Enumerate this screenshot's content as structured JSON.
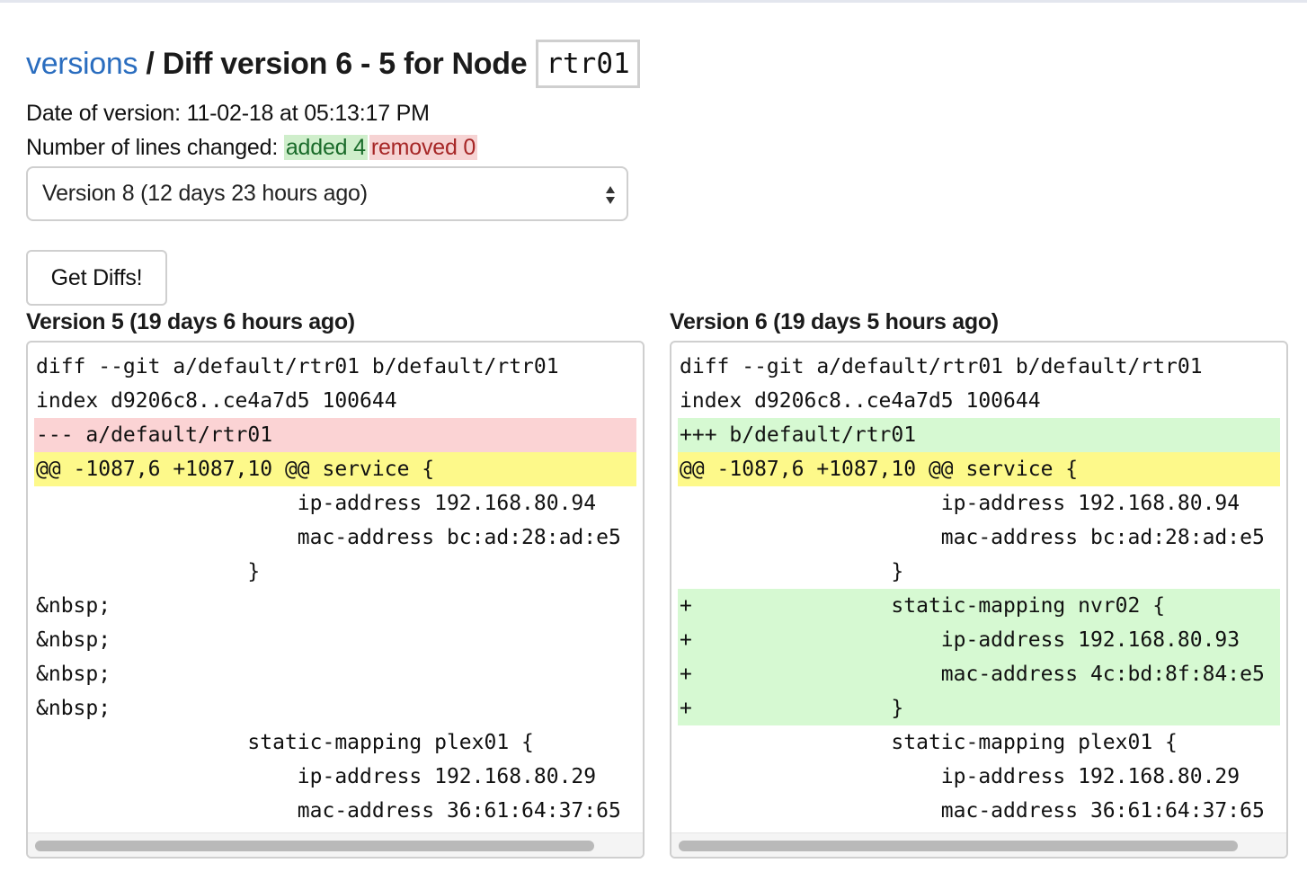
{
  "header": {
    "breadcrumb_link": "versions",
    "separator": "/",
    "title": "Diff version 6 - 5 for Node",
    "node": "rtr01"
  },
  "meta": {
    "date_label": "Date of version: 11-02-18 at 05:13:17 PM",
    "lines_label": "Number of lines changed:",
    "added": "added 4",
    "removed": "removed 0"
  },
  "version_select": {
    "selected": "Version 8 (12 days 23 hours ago)"
  },
  "get_diffs_label": "Get Diffs!",
  "colors": {
    "link": "#2a6dbf",
    "added_bg": "#d6f9d2",
    "removed_bg": "#fbd3d4",
    "hunk_bg": "#fdf98a"
  },
  "left_pane": {
    "title": "Version 5 (19 days 6 hours ago)",
    "lines": [
      {
        "text": "diff --git a/default/rtr01 b/default/rtr01",
        "kind": "normal"
      },
      {
        "text": "index d9206c8..ce4a7d5 100644",
        "kind": "normal"
      },
      {
        "text": "--- a/default/rtr01",
        "kind": "removed"
      },
      {
        "text": "@@ -1087,6 +1087,10 @@ service {",
        "kind": "hunk"
      },
      {
        "text": "                     ip-address 192.168.80.94",
        "kind": "normal"
      },
      {
        "text": "                     mac-address bc:ad:28:ad:e5",
        "kind": "normal"
      },
      {
        "text": "                 }",
        "kind": "normal"
      },
      {
        "text": "&nbsp;",
        "kind": "normal"
      },
      {
        "text": "&nbsp;",
        "kind": "normal"
      },
      {
        "text": "&nbsp;",
        "kind": "normal"
      },
      {
        "text": "&nbsp;",
        "kind": "normal"
      },
      {
        "text": "                 static-mapping plex01 {",
        "kind": "normal"
      },
      {
        "text": "                     ip-address 192.168.80.29",
        "kind": "normal"
      },
      {
        "text": "                     mac-address 36:61:64:37:65",
        "kind": "normal"
      }
    ]
  },
  "right_pane": {
    "title": "Version 6 (19 days 5 hours ago)",
    "lines": [
      {
        "text": "diff --git a/default/rtr01 b/default/rtr01",
        "kind": "normal"
      },
      {
        "text": "index d9206c8..ce4a7d5 100644",
        "kind": "normal"
      },
      {
        "text": "+++ b/default/rtr01",
        "kind": "added"
      },
      {
        "text": "@@ -1087,6 +1087,10 @@ service {",
        "kind": "hunk"
      },
      {
        "text": "                     ip-address 192.168.80.94",
        "kind": "normal"
      },
      {
        "text": "                     mac-address bc:ad:28:ad:e5",
        "kind": "normal"
      },
      {
        "text": "                 }",
        "kind": "normal"
      },
      {
        "text": "+                static-mapping nvr02 {",
        "kind": "added"
      },
      {
        "text": "+                    ip-address 192.168.80.93",
        "kind": "added"
      },
      {
        "text": "+                    mac-address 4c:bd:8f:84:e5",
        "kind": "added"
      },
      {
        "text": "+                }",
        "kind": "added"
      },
      {
        "text": "                 static-mapping plex01 {",
        "kind": "normal"
      },
      {
        "text": "                     ip-address 192.168.80.29",
        "kind": "normal"
      },
      {
        "text": "                     mac-address 36:61:64:37:65",
        "kind": "normal"
      }
    ]
  }
}
